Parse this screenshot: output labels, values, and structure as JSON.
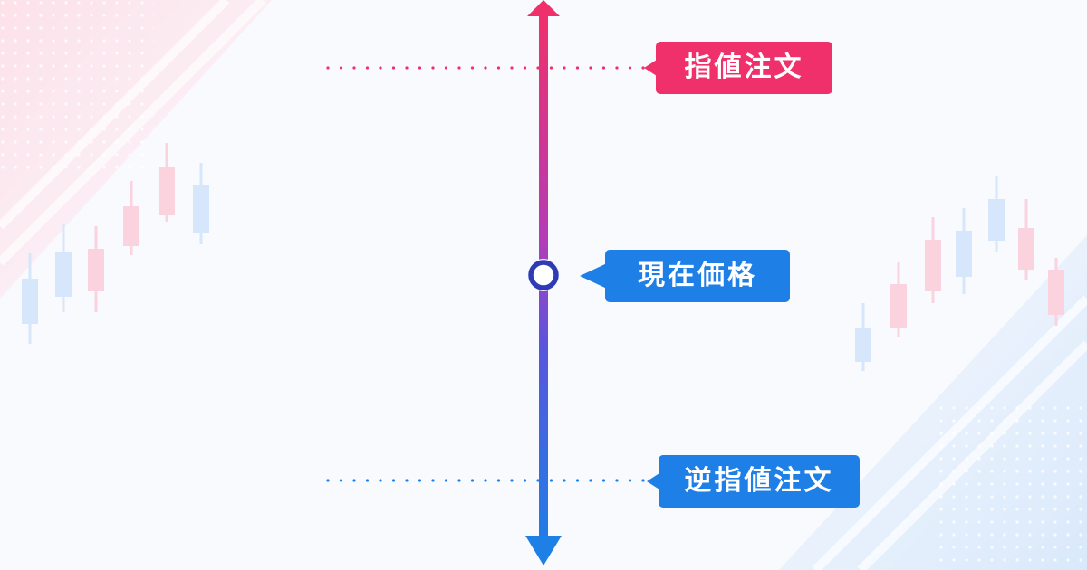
{
  "labels": {
    "limit_order": "指値注文",
    "current_price": "現在価格",
    "stop_order": "逆指値注文"
  },
  "colors": {
    "pink": "#f0306a",
    "blue": "#1e7fe6",
    "navy": "#2f3bb5",
    "candle_pink": "#fbd3de",
    "candle_blue": "#d6e6fb"
  },
  "icons": {
    "up_arrow": "arrow-up-icon",
    "down_arrow": "arrow-down-icon",
    "current_marker": "circle-marker-icon"
  }
}
